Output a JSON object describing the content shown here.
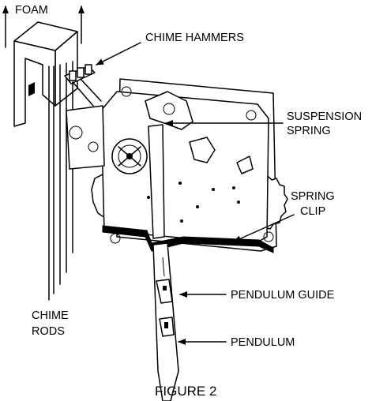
{
  "labels": {
    "foam": "FOAM",
    "chime_hammers": "CHIME HAMMERS",
    "suspension_line1": "SUSPENSION",
    "suspension_line2": "SPRING",
    "spring_clip_line1": "SPRING",
    "spring_clip_line2": "CLIP",
    "chime_rods_line1": "CHIME",
    "chime_rods_line2": "RODS",
    "pendulum_guide": "PENDULUM GUIDE",
    "pendulum": "PENDULUM"
  },
  "caption": "FIGURE 2"
}
